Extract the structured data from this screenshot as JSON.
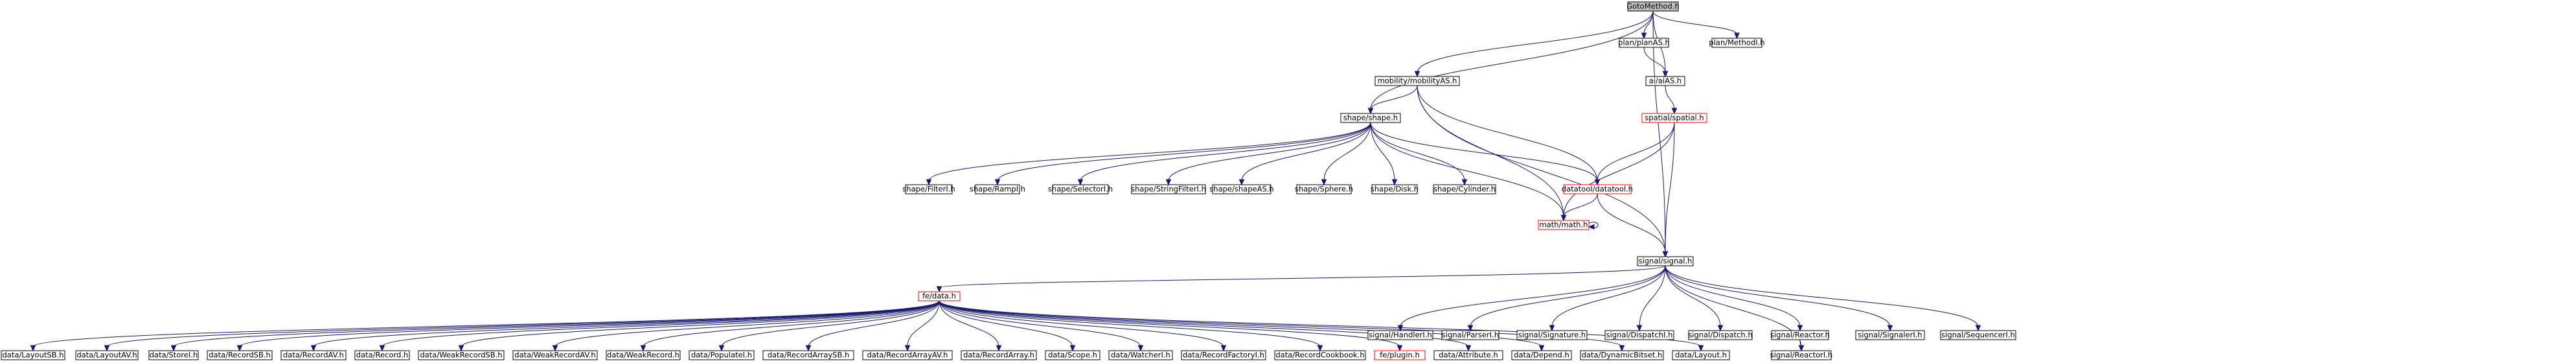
{
  "diagram": {
    "root": "GotoMethod.h",
    "nodes": [
      {
        "id": "root",
        "label": "GotoMethod.h",
        "style": "root"
      },
      {
        "id": "planAS",
        "label": "plan/planAS.h",
        "style": "normal"
      },
      {
        "id": "planMethodI",
        "label": "plan/MethodI.h",
        "style": "normal"
      },
      {
        "id": "aiAS",
        "label": "ai/aiAS.h",
        "style": "normal"
      },
      {
        "id": "mobilityAS",
        "label": "mobility/mobilityAS.h",
        "style": "normal"
      },
      {
        "id": "spatial",
        "label": "spatial/spatial.h",
        "style": "incomplete"
      },
      {
        "id": "shape",
        "label": "shape/shape.h",
        "style": "normal"
      },
      {
        "id": "filterI",
        "label": "shape/FilterI.h",
        "style": "normal"
      },
      {
        "id": "rampI",
        "label": "shape/RampI.h",
        "style": "normal"
      },
      {
        "id": "selectorI",
        "label": "shape/SelectorI.h",
        "style": "normal"
      },
      {
        "id": "stringFilterI",
        "label": "shape/StringFilterI.h",
        "style": "normal"
      },
      {
        "id": "shapeAS",
        "label": "shape/shapeAS.h",
        "style": "normal"
      },
      {
        "id": "sphere",
        "label": "shape/Sphere.h",
        "style": "normal"
      },
      {
        "id": "disk",
        "label": "shape/Disk.h",
        "style": "normal"
      },
      {
        "id": "cylinder",
        "label": "shape/Cylinder.h",
        "style": "normal"
      },
      {
        "id": "datatool",
        "label": "datatool/datatool.h",
        "style": "incomplete"
      },
      {
        "id": "math",
        "label": "math/math.h",
        "style": "incomplete"
      },
      {
        "id": "signal",
        "label": "signal/signal.h",
        "style": "normal"
      },
      {
        "id": "fedata",
        "label": "fe/data.h",
        "style": "incomplete"
      },
      {
        "id": "handlerI",
        "label": "signal/HandlerI.h",
        "style": "normal"
      },
      {
        "id": "parserI",
        "label": "signal/ParserI.h",
        "style": "normal"
      },
      {
        "id": "signature",
        "label": "signal/Signature.h",
        "style": "normal"
      },
      {
        "id": "dispatchI",
        "label": "signal/DispatchI.h",
        "style": "normal"
      },
      {
        "id": "dispatch",
        "label": "signal/Dispatch.h",
        "style": "normal"
      },
      {
        "id": "reactor",
        "label": "signal/Reactor.h",
        "style": "normal"
      },
      {
        "id": "signalerI",
        "label": "signal/SignalerI.h",
        "style": "normal"
      },
      {
        "id": "sequencerI",
        "label": "signal/SequencerI.h",
        "style": "normal"
      },
      {
        "id": "reactorI",
        "label": "signal/ReactorI.h",
        "style": "normal"
      },
      {
        "id": "layoutSB",
        "label": "data/LayoutSB.h",
        "style": "normal"
      },
      {
        "id": "layoutAV",
        "label": "data/LayoutAV.h",
        "style": "normal"
      },
      {
        "id": "storeI",
        "label": "data/StoreI.h",
        "style": "normal"
      },
      {
        "id": "recordSB",
        "label": "data/RecordSB.h",
        "style": "normal"
      },
      {
        "id": "recordAV",
        "label": "data/RecordAV.h",
        "style": "normal"
      },
      {
        "id": "record",
        "label": "data/Record.h",
        "style": "normal"
      },
      {
        "id": "weakRecordSB",
        "label": "data/WeakRecordSB.h",
        "style": "normal"
      },
      {
        "id": "weakRecordAV",
        "label": "data/WeakRecordAV.h",
        "style": "normal"
      },
      {
        "id": "weakRecord",
        "label": "data/WeakRecord.h",
        "style": "normal"
      },
      {
        "id": "populateI",
        "label": "data/PopulateI.h",
        "style": "normal"
      },
      {
        "id": "recordArraySB",
        "label": "data/RecordArraySB.h",
        "style": "normal"
      },
      {
        "id": "recordArrayAV",
        "label": "data/RecordArrayAV.h",
        "style": "normal"
      },
      {
        "id": "recordArray",
        "label": "data/RecordArray.h",
        "style": "normal"
      },
      {
        "id": "scope",
        "label": "data/Scope.h",
        "style": "normal"
      },
      {
        "id": "watcherI",
        "label": "data/WatcherI.h",
        "style": "normal"
      },
      {
        "id": "recordFactoryI",
        "label": "data/RecordFactoryI.h",
        "style": "normal"
      },
      {
        "id": "recordCookbook",
        "label": "data/RecordCookbook.h",
        "style": "normal"
      },
      {
        "id": "plugin",
        "label": "fe/plugin.h",
        "style": "incomplete"
      },
      {
        "id": "attribute",
        "label": "data/Attribute.h",
        "style": "normal"
      },
      {
        "id": "depend",
        "label": "data/Depend.h",
        "style": "normal"
      },
      {
        "id": "dynamicBitset",
        "label": "data/DynamicBitset.h",
        "style": "normal"
      },
      {
        "id": "layout",
        "label": "data/Layout.h",
        "style": "normal"
      }
    ],
    "edges": [
      [
        "root",
        "planAS"
      ],
      [
        "root",
        "planMethodI"
      ],
      [
        "root",
        "aiAS"
      ],
      [
        "root",
        "mobilityAS"
      ],
      [
        "root",
        "shape"
      ],
      [
        "root",
        "signal"
      ],
      [
        "planAS",
        "aiAS"
      ],
      [
        "aiAS",
        "spatial"
      ],
      [
        "mobilityAS",
        "shape"
      ],
      [
        "mobilityAS",
        "datatool"
      ],
      [
        "mobilityAS",
        "math"
      ],
      [
        "mobilityAS",
        "signal"
      ],
      [
        "spatial",
        "datatool"
      ],
      [
        "spatial",
        "math"
      ],
      [
        "spatial",
        "signal"
      ],
      [
        "shape",
        "filterI"
      ],
      [
        "shape",
        "rampI"
      ],
      [
        "shape",
        "selectorI"
      ],
      [
        "shape",
        "stringFilterI"
      ],
      [
        "shape",
        "shapeAS"
      ],
      [
        "shape",
        "sphere"
      ],
      [
        "shape",
        "disk"
      ],
      [
        "shape",
        "cylinder"
      ],
      [
        "shape",
        "datatool"
      ],
      [
        "shape",
        "math"
      ],
      [
        "datatool",
        "math"
      ],
      [
        "datatool",
        "signal"
      ],
      [
        "math",
        "math"
      ],
      [
        "signal",
        "fedata"
      ],
      [
        "signal",
        "handlerI"
      ],
      [
        "signal",
        "parserI"
      ],
      [
        "signal",
        "signature"
      ],
      [
        "signal",
        "dispatchI"
      ],
      [
        "signal",
        "dispatch"
      ],
      [
        "signal",
        "reactor"
      ],
      [
        "signal",
        "signalerI"
      ],
      [
        "signal",
        "sequencerI"
      ],
      [
        "signal",
        "reactorI"
      ],
      [
        "reactor",
        "reactorI"
      ],
      [
        "fedata",
        "layoutSB"
      ],
      [
        "fedata",
        "layoutAV"
      ],
      [
        "fedata",
        "storeI"
      ],
      [
        "fedata",
        "recordSB"
      ],
      [
        "fedata",
        "recordAV"
      ],
      [
        "fedata",
        "record"
      ],
      [
        "fedata",
        "weakRecordSB"
      ],
      [
        "fedata",
        "weakRecordAV"
      ],
      [
        "fedata",
        "weakRecord"
      ],
      [
        "fedata",
        "populateI"
      ],
      [
        "fedata",
        "recordArraySB"
      ],
      [
        "fedata",
        "recordArrayAV"
      ],
      [
        "fedata",
        "recordArray"
      ],
      [
        "fedata",
        "scope"
      ],
      [
        "fedata",
        "watcherI"
      ],
      [
        "fedata",
        "recordFactoryI"
      ],
      [
        "fedata",
        "recordCookbook"
      ],
      [
        "fedata",
        "plugin"
      ],
      [
        "fedata",
        "attribute"
      ],
      [
        "fedata",
        "depend"
      ],
      [
        "fedata",
        "dynamicBitset"
      ],
      [
        "fedata",
        "layout"
      ]
    ]
  }
}
